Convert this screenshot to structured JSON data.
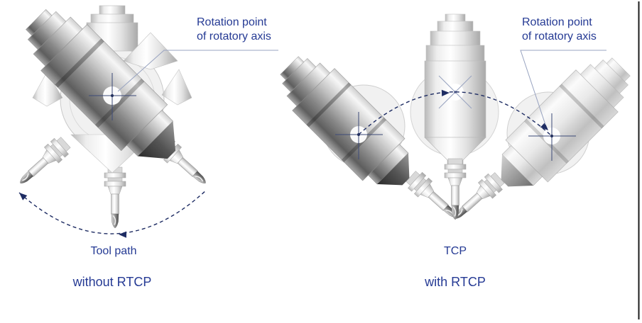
{
  "figure": {
    "type": "technical-diagram",
    "topic": "RTCP (Rotating Tool Center Point) comparison on a swivel-head milling machine",
    "left": {
      "annotation": {
        "line1": "Rotation point",
        "line2": "of rotatory axis"
      },
      "arc_label": "Tool path",
      "caption": "without RTCP"
    },
    "right": {
      "annotation": {
        "line1": "Rotation point",
        "line2": "of rotatory axis"
      },
      "point_label": "TCP",
      "caption": "with RTCP"
    },
    "colors": {
      "label_text": "#253a94",
      "dashed_line": "#1e2c63",
      "leader_line": "#98a3c0",
      "crosshair": "#3c4a78",
      "frame_border": "#1c1c1c"
    }
  }
}
